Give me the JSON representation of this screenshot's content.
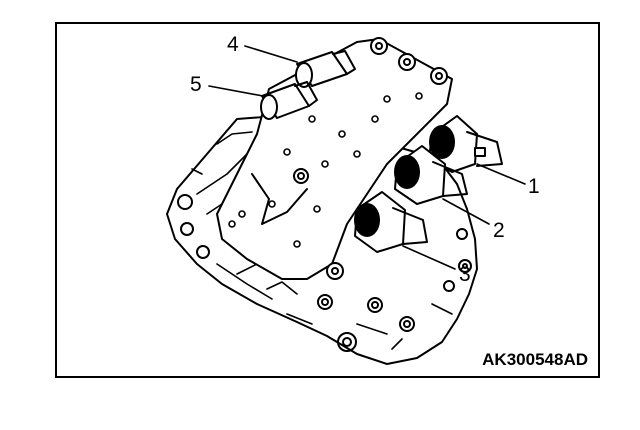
{
  "figure": {
    "reference_code": "AK300548AD",
    "callouts": [
      {
        "id": "1",
        "label": "1"
      },
      {
        "id": "2",
        "label": "2"
      },
      {
        "id": "3",
        "label": "3"
      },
      {
        "id": "4",
        "label": "4"
      },
      {
        "id": "5",
        "label": "5"
      }
    ]
  },
  "colors": {
    "line": "#000000",
    "fill": "#ffffff",
    "background": "#ffffff"
  }
}
